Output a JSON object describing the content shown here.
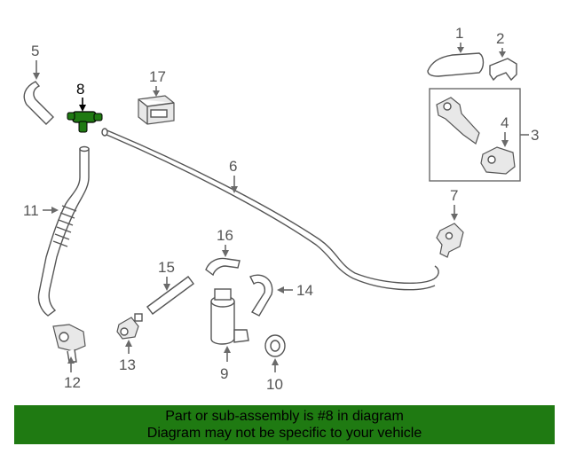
{
  "callouts": {
    "c1": "1",
    "c2": "2",
    "c3": "3",
    "c4": "4",
    "c5": "5",
    "c6": "6",
    "c7": "7",
    "c8": "8",
    "c9": "9",
    "c10": "10",
    "c11": "11",
    "c12": "12",
    "c13": "13",
    "c14": "14",
    "c15": "15",
    "c16": "16",
    "c17": "17"
  },
  "highlighted_part": "8",
  "highlight_color": "#1f7a12",
  "banner": {
    "line1": "Part or sub-assembly is #8 in diagram",
    "line2": "Diagram may not be specific to your vehicle",
    "background": "#1f7a12"
  }
}
